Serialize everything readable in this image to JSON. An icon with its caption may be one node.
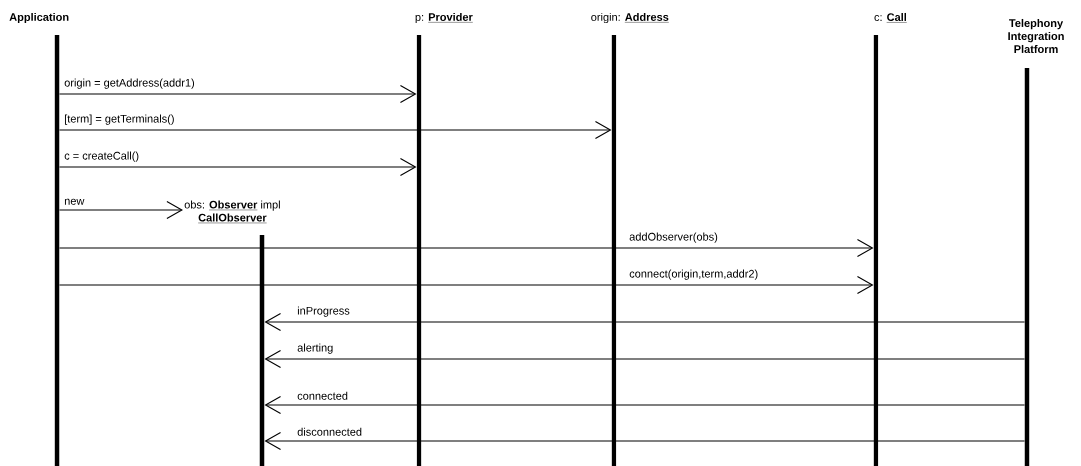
{
  "diagram": {
    "nodes": [
      {
        "text": [
          "Application"
        ]
      },
      {
        "text": [
          "p:",
          "Provider"
        ]
      },
      {
        "text": [
          "origin:",
          "Address"
        ]
      },
      {
        "text": [
          "c:",
          "Call"
        ]
      },
      {
        "text": [
          "Telephony Integration Platform"
        ]
      },
      {
        "text": [
          "obs:",
          "Observer",
          "impl",
          "CallObserver"
        ]
      },
      {
        "text": [],
        "shape": "bar"
      },
      {
        "text": [],
        "shape": "bar"
      },
      {
        "text": [],
        "shape": "bar"
      },
      {
        "text": [],
        "shape": "bar"
      },
      {
        "text": [],
        "shape": "bar"
      },
      {
        "text": [],
        "shape": "bar"
      }
    ],
    "edges": [
      {
        "from": 6,
        "to": 8,
        "arrow": "to",
        "label": "origin = getAddress(addr1)"
      },
      {
        "from": 6,
        "to": 9,
        "arrow": "to",
        "label": "[term] = getTerminals()"
      },
      {
        "from": 6,
        "to": 8,
        "arrow": "to",
        "label": "c = createCall()"
      },
      {
        "from": 6,
        "to": 5,
        "arrow": "to",
        "label": "new"
      },
      {
        "from": 6,
        "to": 10,
        "arrow": "to",
        "label": "addObserver(obs)"
      },
      {
        "from": 6,
        "to": 10,
        "arrow": "to",
        "label": "connect(origin,term,addr2)"
      },
      {
        "from": 11,
        "to": 7,
        "arrow": "to",
        "label": "inProgress"
      },
      {
        "from": 11,
        "to": 7,
        "arrow": "to",
        "label": "alerting"
      },
      {
        "from": 11,
        "to": 7,
        "arrow": "to",
        "label": "connected"
      },
      {
        "from": 11,
        "to": 7,
        "arrow": "to",
        "label": "disconnected"
      }
    ]
  }
}
